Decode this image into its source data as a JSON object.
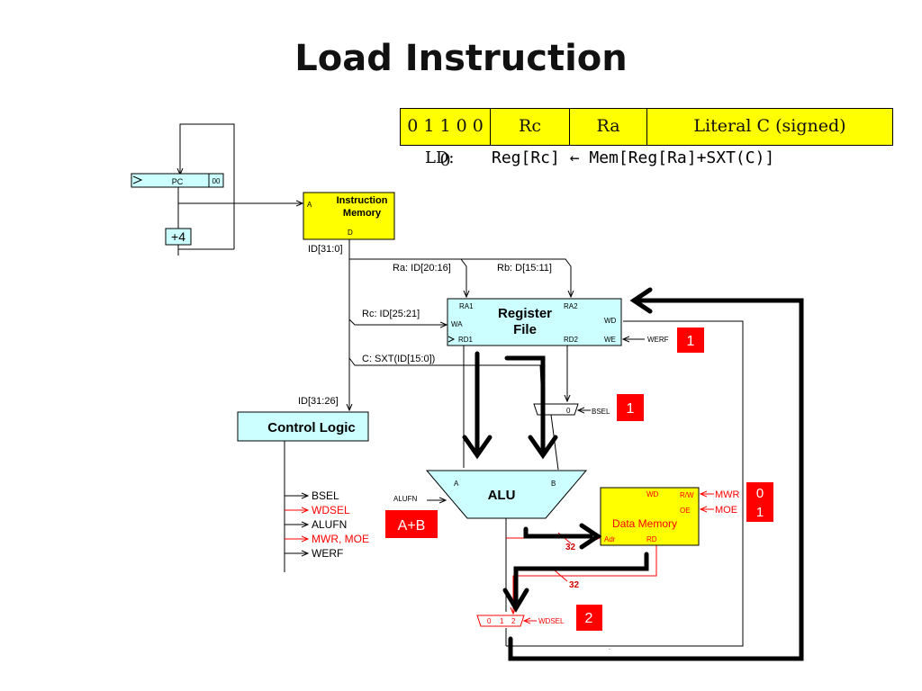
{
  "title": "Load Instruction",
  "format": {
    "opcode": "0 1 1 0 0 0",
    "rc": "Rc",
    "ra": "Ra",
    "literal": "Literal C (signed)"
  },
  "ld_label": "LD:",
  "ld_expr": "Reg[Rc] ← Mem[Reg[Ra]+SXT(C)]",
  "pc": {
    "label": "PC",
    "suffix": "00"
  },
  "plus4": "+4",
  "imem": {
    "title1": "Instruction",
    "title2": "Memory",
    "a": "A",
    "d": "D"
  },
  "id_full": "ID[31:0]",
  "ra_field": "Ra: ID[20:16]",
  "rb_field": "Rb: D[15:11]",
  "rc_field": "Rc: ID[25:21]",
  "c_field": "C: SXT(ID[15:0])",
  "op_field": "ID[31:26]",
  "regfile": {
    "title1": "Register",
    "title2": "File",
    "ra1": "RA1",
    "ra2": "RA2",
    "wa": "WA",
    "wd": "WD",
    "rd1": "RD1",
    "rd2": "RD2",
    "we": "WE"
  },
  "werf": "WERF",
  "bsel": "BSEL",
  "bsel_mux": "0",
  "control": {
    "title": "Control Logic",
    "signals": [
      {
        "label": "BSEL",
        "color": "#000000"
      },
      {
        "label": "WDSEL",
        "color": "#ff0000"
      },
      {
        "label": "ALUFN",
        "color": "#000000"
      },
      {
        "label": "MWR, MOE",
        "color": "#ff0000"
      },
      {
        "label": "WERF",
        "color": "#000000"
      }
    ]
  },
  "alu": {
    "title": "ALU",
    "a": "A",
    "b": "B",
    "fn": "ALUFN"
  },
  "dmem": {
    "title": "Data Memory",
    "wd": "WD",
    "rw": "R/W",
    "oe": "OE",
    "adr": "Adr",
    "rd": "RD"
  },
  "mwr": "MWR",
  "moe": "MOE",
  "bus_width_1": "32",
  "bus_width_2": "32",
  "wdsel_mux": {
    "in0": "0",
    "in1": "1",
    "in2": "2",
    "sel": "WDSEL"
  },
  "values": {
    "werf": "1",
    "bsel": "1",
    "aluop": "A+B",
    "mwr": "0",
    "moe": "1",
    "wdsel": "2"
  },
  "colors": {
    "highlight": "#ffff00",
    "cyan": "#ccffff",
    "red": "#ff0000"
  }
}
